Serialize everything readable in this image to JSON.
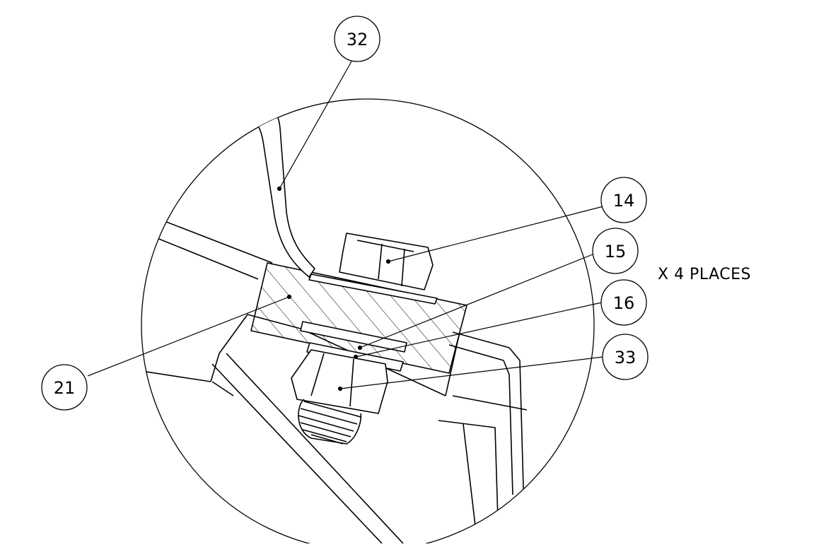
{
  "callouts": {
    "c32": "32",
    "c14": "14",
    "c15": "15",
    "c16": "16",
    "c33": "33",
    "c21": "21"
  },
  "note": "X 4 PLACES"
}
